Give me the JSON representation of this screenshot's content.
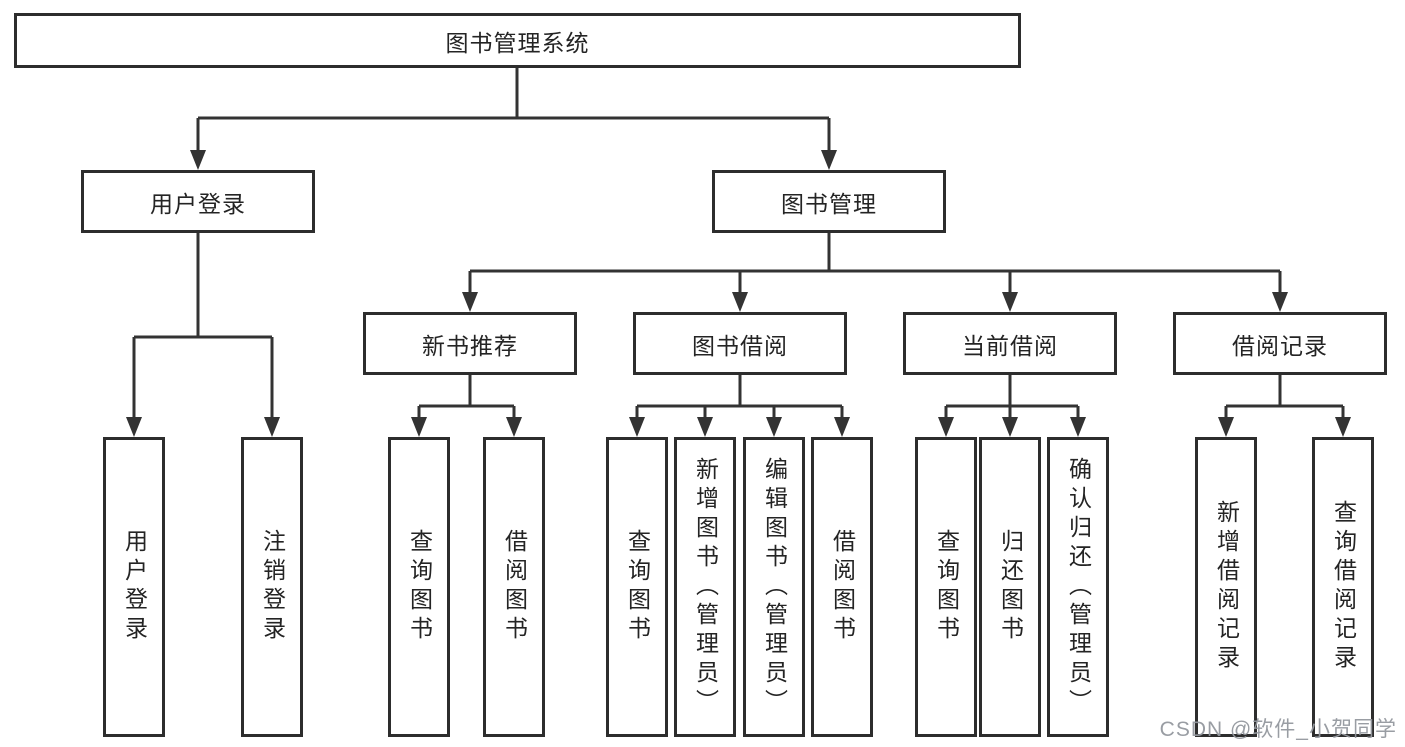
{
  "diagram": {
    "type": "functional-structure-chart",
    "root": "图书管理系统",
    "children": [
      {
        "label": "用户登录",
        "leaves": [
          "用户登录",
          "注销登录"
        ]
      },
      {
        "label": "图书管理",
        "children": [
          {
            "label": "新书推荐",
            "leaves": [
              "查询图书",
              "借阅图书"
            ]
          },
          {
            "label": "图书借阅",
            "leaves": [
              "查询图书",
              "新增图书（管理员）",
              "编辑图书（管理员）",
              "借阅图书"
            ]
          },
          {
            "label": "当前借阅",
            "leaves": [
              "查询图书",
              "归还图书",
              "确认归还（管理员）"
            ]
          },
          {
            "label": "借阅记录",
            "leaves": [
              "新增借阅记录",
              "查询借阅记录"
            ]
          }
        ]
      }
    ],
    "colors": {
      "background": "#ffffff",
      "line": "#333333",
      "box_border": "#2d2d2d",
      "text": "#242424",
      "watermark": "#94989e"
    }
  },
  "watermark": "CSDN @软件_小贺同学"
}
